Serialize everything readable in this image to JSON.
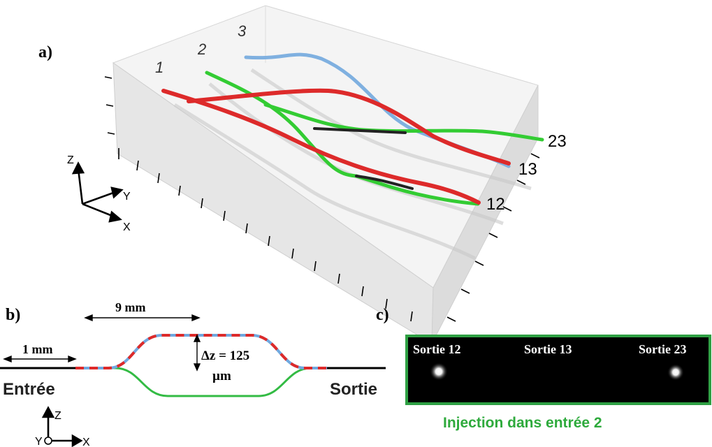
{
  "panel_a": {
    "label": "a)",
    "input_labels": [
      "1",
      "2",
      "3"
    ],
    "output_labels": [
      "23",
      "13",
      "12"
    ],
    "axes": {
      "z": "Z",
      "y": "Y",
      "x": "X"
    }
  },
  "panel_b": {
    "label": "b)",
    "dim_9mm": "9 mm",
    "dim_1mm": "1 mm",
    "dz_line1": "Δz = 125",
    "dz_line2": "µm",
    "entree": "Entrée",
    "sortie": "Sortie",
    "axes": {
      "z": "Z",
      "y": "Y",
      "x": "X"
    }
  },
  "panel_c": {
    "label": "c)",
    "outputs": [
      "Sortie 12",
      "Sortie 13",
      "Sortie 23"
    ],
    "caption": "Injection dans entrée 2"
  },
  "colors": {
    "red": "#dd2a2a",
    "green": "#33cc33",
    "blue": "#7fb0e0",
    "frame_green": "#2ea043",
    "caption_green": "#2eaa3c",
    "black": "#000000"
  }
}
